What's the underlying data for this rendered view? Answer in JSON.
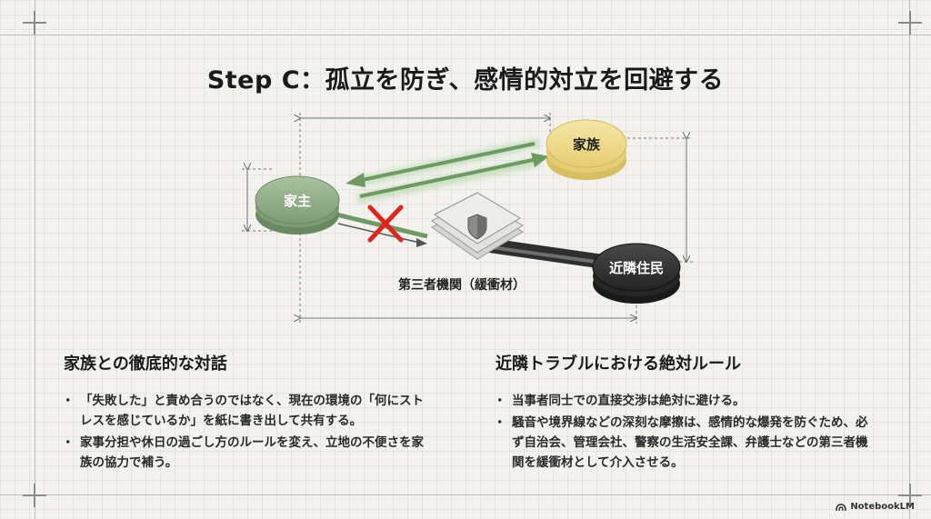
{
  "title": "Step C：孤立を防ぎ、感情的対立を回避する",
  "diagram": {
    "nodes": {
      "householder": "家主",
      "family": "家族",
      "neighbor": "近隣住民"
    },
    "buffer_label": "第三者機関（緩衝材）",
    "colors": {
      "householder": "#8fae86",
      "family": "#efd98a",
      "neighbor": "#3a3a3a",
      "family_arrow": "#8fb386",
      "blocked_mark": "#e0261b"
    }
  },
  "sections": [
    {
      "heading": "家族との徹底的な対話",
      "bullets": [
        "「失敗した」と責め合うのではなく、現在の環境の「何にストレスを感じているか」を紙に書き出して共有する。",
        "家事分担や休日の過ごし方のルールを変え、立地の不便さを家族の協力で補う。"
      ]
    },
    {
      "heading": "近隣トラブルにおける絶対ルール",
      "bullets": [
        "当事者同士での直接交渉は絶対に避ける。",
        "騒音や境界線などの深刻な摩擦は、感情的な爆発を防ぐため、必ず自治会、管理会社、警察の生活安全課、弁護士などの第三者機関を緩衝材として介入させる。"
      ]
    }
  ],
  "brand": "NotebookLM"
}
